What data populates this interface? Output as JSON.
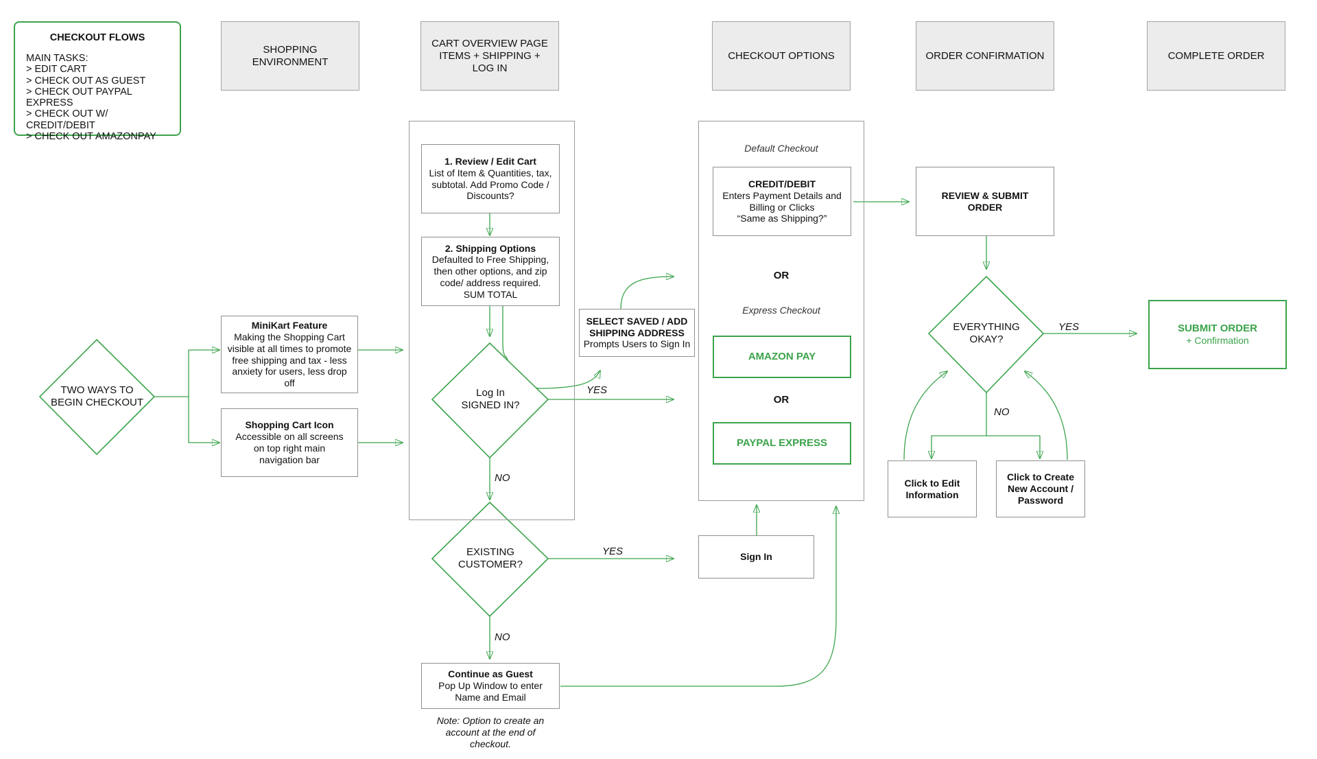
{
  "legend": {
    "title": "CHECKOUT FLOWS",
    "subtitle": "MAIN TASKS:",
    "tasks": [
      "> EDIT CART",
      "> CHECK OUT AS GUEST",
      "> CHECK OUT PAYPAL EXPRESS",
      "> CHECK OUT W/ CREDIT/DEBIT",
      "> CHECK OUT AMAZONPAY"
    ]
  },
  "headers": {
    "shopping": [
      "SHOPPING",
      "ENVIRONMENT"
    ],
    "cart": [
      "CART OVERVIEW PAGE",
      "ITEMS + SHIPPING +",
      "LOG IN"
    ],
    "checkout": "CHECKOUT OPTIONS",
    "confirmation": "ORDER CONFIRMATION",
    "complete": "COMPLETE ORDER"
  },
  "start": [
    "TWO WAYS TO",
    "BEGIN CHECKOUT"
  ],
  "minikart": {
    "title": "MiniKart Feature",
    "lines": [
      "Making the Shopping Cart",
      "visible at all times to promote",
      "free shipping and tax  - less",
      "anxiety for users, less drop",
      "off"
    ]
  },
  "cart_icon": {
    "title": "Shopping Cart Icon",
    "lines": [
      "Accessible on all screens",
      "on top right main",
      "navigation bar"
    ]
  },
  "review": {
    "title": "1. Review / Edit Cart",
    "lines": [
      "List of Item & Quantities, tax,",
      "subtotal. Add Promo Code /",
      "Discounts?"
    ]
  },
  "shipping": {
    "title": "2. Shipping Options",
    "lines": [
      "Defaulted to Free Shipping,",
      "then other options, and zip",
      "code/ address required.",
      "SUM TOTAL"
    ]
  },
  "login": [
    "Log In",
    "SIGNED IN?"
  ],
  "existing": [
    "EXISTING",
    "CUSTOMER?"
  ],
  "guest": {
    "title": "Continue as Guest",
    "lines": [
      "Pop Up Window to enter",
      "Name and Email"
    ],
    "note": [
      "Note: Option to create an",
      "account at the end of",
      "checkout."
    ]
  },
  "saved_address": {
    "title": [
      "SELECT SAVED / ADD",
      "SHIPPING ADDRESS"
    ],
    "subtitle": "Prompts Users to Sign In"
  },
  "checkout_options": {
    "default_label": "Default Checkout",
    "credit": {
      "title": "CREDIT/DEBIT",
      "lines": [
        "Enters Payment Details and",
        "Billing or Clicks",
        "“Same as Shipping?”"
      ]
    },
    "or1": "OR",
    "express_label": "Express Checkout",
    "amazon": "AMAZON PAY",
    "or2": "OR",
    "paypal": "PAYPAL EXPRESS"
  },
  "sign_in": "Sign In",
  "review_submit": [
    "REVIEW & SUBMIT",
    "ORDER"
  ],
  "okay": [
    "EVERYTHING",
    "OKAY?"
  ],
  "edit_info": [
    "Click to Edit",
    "Information"
  ],
  "create_account": [
    "Click to Create",
    "New Account /",
    "Password"
  ],
  "submit": {
    "title": "SUBMIT ORDER",
    "subtitle": "+ Confirmation"
  },
  "edge_labels": {
    "login_yes": "YES",
    "login_no": "NO",
    "existing_yes": "YES",
    "existing_no": "NO",
    "okay_yes": "YES",
    "okay_no": "NO"
  },
  "colors": {
    "accent": "#3aa34a",
    "border": "#8f8f8f",
    "header_bg": "#ececec"
  }
}
